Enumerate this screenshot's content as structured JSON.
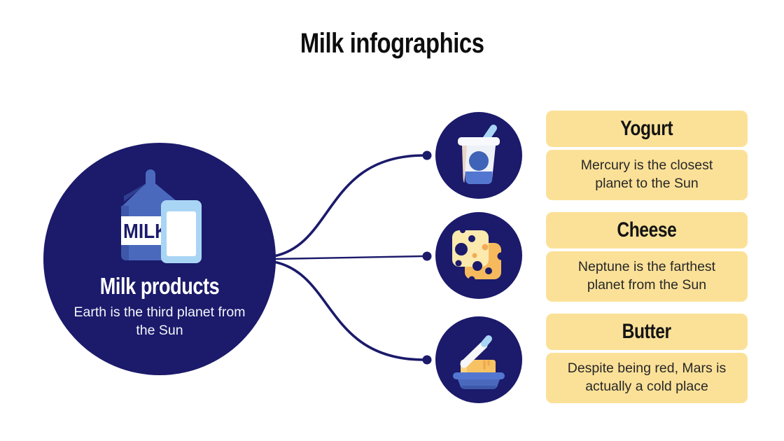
{
  "title": "Milk infographics",
  "palette": {
    "navy": "#1B1A6B",
    "card_yellow": "#FBE198",
    "icon_blue": "#4A69BD",
    "icon_blue_dark": "#3E57A8",
    "icon_blue_light": "#5377D1",
    "light_blue": "#A9D5F5",
    "cheese_light": "#FCE9AE",
    "cheese_dark": "#F6BA5D",
    "butter_gold": "#F7C263"
  },
  "hub": {
    "icon": "milk-carton-and-glass",
    "carton_label": "MILK",
    "heading": "Milk products",
    "description": "Earth is the third planet from the Sun"
  },
  "items": [
    {
      "icon": "yogurt-cup",
      "heading": "Yogurt",
      "description": "Mercury is the closest planet to the Sun"
    },
    {
      "icon": "cheese-slices",
      "heading": "Cheese",
      "description": "Neptune is the farthest planet from the Sun"
    },
    {
      "icon": "butter-dish-knife",
      "heading": "Butter",
      "description": "Despite being red, Mars is actually a cold place"
    }
  ]
}
